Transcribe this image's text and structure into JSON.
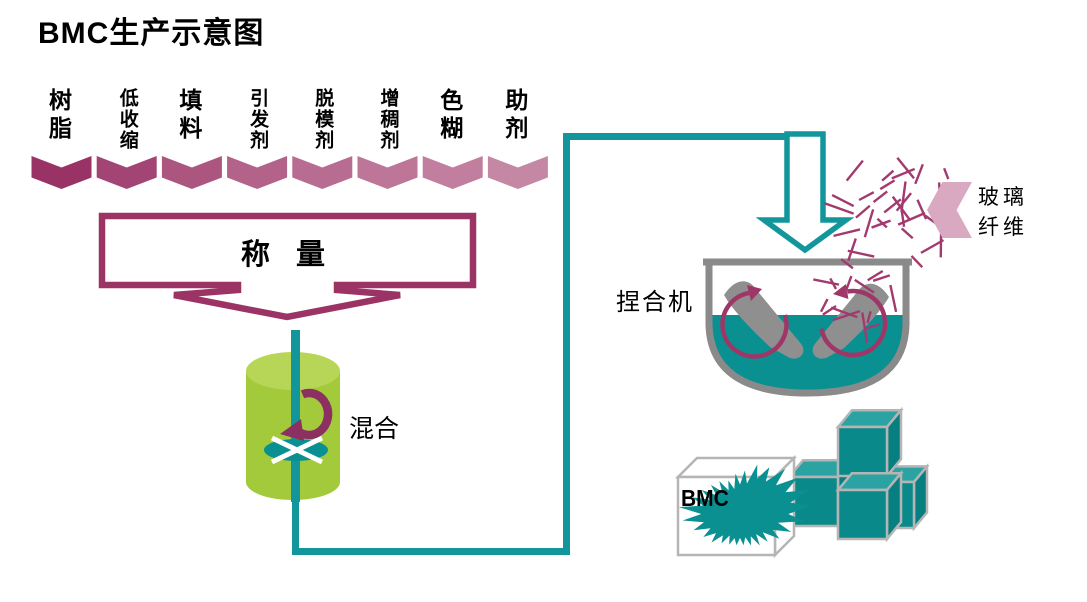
{
  "title": "BMC生产示意图",
  "ingredients": [
    {
      "label": "树脂",
      "color": "#9A3365"
    },
    {
      "label": "低收缩",
      "color": "#A34574"
    },
    {
      "label": "填料",
      "color": "#AC567F"
    },
    {
      "label": "引发剂",
      "color": "#B36289"
    },
    {
      "label": "脱模剂",
      "color": "#B86C91"
    },
    {
      "label": "增稠剂",
      "color": "#BD7698"
    },
    {
      "label": "色糊",
      "color": "#C17E9E"
    },
    {
      "label": "助剂",
      "color": "#C488A5"
    }
  ],
  "steps": {
    "weighing": "称 量",
    "mixing": "混合",
    "kneader": "捏合机",
    "glass_fiber_line1": "玻璃",
    "glass_fiber_line2": "纤维",
    "product": "BMC"
  },
  "colors": {
    "teal": "#12969C",
    "teal_fill": "#0B9092",
    "magenta": "#9B3365",
    "arrow_magenta": "#9E3767",
    "pink_arrow": "#D9A9C2",
    "green_body": "#A2CA3A",
    "green_top": "#B7D557",
    "gray": "#8A8A8A",
    "outline_gray": "#B5B5B5",
    "cube_front": "#0A898B",
    "cube_top": "#2BA3A3",
    "cube_side": "#077F80",
    "fiber": "#A23A6E"
  }
}
